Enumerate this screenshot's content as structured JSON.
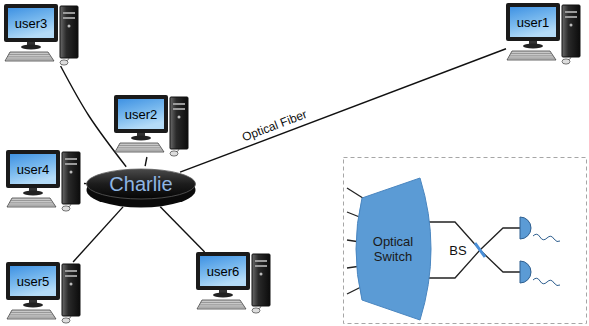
{
  "diagram": {
    "nodes": [
      {
        "text": [
          "user3"
        ]
      },
      {
        "text": [
          "user1"
        ]
      },
      {
        "text": [
          "user2"
        ]
      },
      {
        "text": [
          "user4"
        ]
      },
      {
        "text": [
          "Charlie"
        ]
      },
      {
        "text": [
          "user5"
        ]
      },
      {
        "text": [
          "user6"
        ]
      },
      {
        "text": [
          "Optical Switch"
        ]
      }
    ],
    "edges": [
      {
        "from": 4,
        "to": 1,
        "arrow": "none",
        "label": "Optical Fiber"
      },
      {
        "from": 4,
        "to": 0,
        "arrow": "none"
      },
      {
        "from": 4,
        "to": 2,
        "arrow": "none"
      },
      {
        "from": 4,
        "to": 3,
        "arrow": "none"
      },
      {
        "from": 4,
        "to": 5,
        "arrow": "none"
      },
      {
        "from": 4,
        "to": 6,
        "arrow": "none"
      }
    ],
    "labels": [
      "BS"
    ]
  }
}
